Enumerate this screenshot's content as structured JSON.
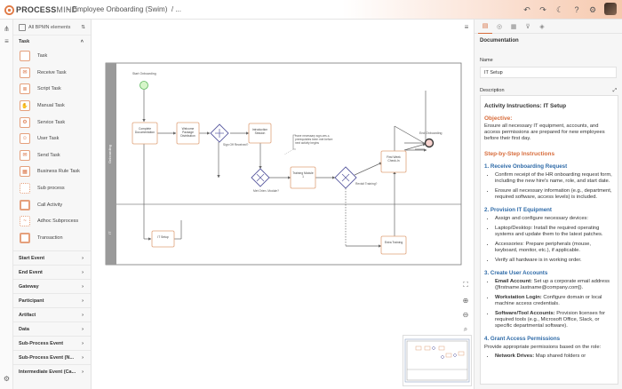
{
  "header": {
    "brand_strong": "PROCESS",
    "brand_light": "MIND",
    "doc_title": "– Employee Onboarding (Swim)",
    "doc_sub": "/ ..."
  },
  "palette": {
    "filter_label": "All BPMN elements",
    "task_section": "Task",
    "items": [
      {
        "label": "Task",
        "icon": "task-icon"
      },
      {
        "label": "Receive Task",
        "icon": "envelope-open-icon"
      },
      {
        "label": "Script Task",
        "icon": "script-icon"
      },
      {
        "label": "Manual Task",
        "icon": "hand-icon"
      },
      {
        "label": "Service Task",
        "icon": "gear-icon"
      },
      {
        "label": "User Task",
        "icon": "user-icon"
      },
      {
        "label": "Send Task",
        "icon": "envelope-filled-icon"
      },
      {
        "label": "Business Rule Task",
        "icon": "table-icon"
      },
      {
        "label": "Sub process",
        "icon": "subprocess-icon"
      },
      {
        "label": "Call Activity",
        "icon": "call-activity-icon"
      },
      {
        "label": "Adhoc Subprocess",
        "icon": "adhoc-icon"
      },
      {
        "label": "Transaction",
        "icon": "transaction-icon"
      }
    ],
    "categories": [
      "Start Event",
      "End Event",
      "Gateway",
      "Participant",
      "Artifact",
      "Data",
      "Sub-Process Event",
      "Sub-Process Event (N...",
      "Intermediate Event (Ca..."
    ]
  },
  "diagram": {
    "pool_label": "Onboarding",
    "lane2_label": "IT",
    "start_label": "Start Onboarding",
    "end_label": "End Onboarding",
    "tasks": [
      "Complete Documentation",
      "Welcome Package Distribution",
      "Introduction Session",
      "Training Module 1",
      "First Week Check-In",
      "IT Setup",
      "Extra Training"
    ],
    "gw_label_1": "Sign Off Received?",
    "gw_label_2": "Met Orien. Module?",
    "gw_label_3": "Revisit Training?",
    "annotation": "Have necessary sign-offs & prerequisites been met before next activity begins"
  },
  "right_panel": {
    "heading": "Documentation",
    "name_label": "Name",
    "name_value": "IT Setup",
    "desc_label": "Description",
    "doc": {
      "title": "Activity Instructions: IT Setup",
      "objective_h": "Objective:",
      "objective": "Ensure all necessary IT equipment, accounts, and access permissions are prepared for new employees before their first day.",
      "steps_h": "Step-by-Step Instructions",
      "s1_h": "1. Receive Onboarding Request",
      "s1": [
        "Confirm receipt of the HR onboarding request form, including the new hire's name, role, and start date.",
        "Ensure all necessary information (e.g., department, required software, access levels) is included."
      ],
      "s2_h": "2. Provision IT Equipment",
      "s2": [
        "Assign and configure necessary devices:",
        "Laptop/Desktop: Install the required operating systems and update them to the latest patches.",
        "Accessories: Prepare peripherals (mouse, keyboard, monitor, etc.), if applicable.",
        "Verify all hardware is in working order."
      ],
      "s3_h": "3. Create User Accounts",
      "s3_b1": "Email Account:",
      "s3_t1": " Set up a corporate email address ([firstname.lastname@company.com]).",
      "s3_b2": "Workstation Login:",
      "s3_t2": " Configure domain or local machine access credentials.",
      "s3_b3": "Software/Tool Accounts:",
      "s3_t3": " Provision licenses for required tools (e.g., Microsoft Office, Slack, or specific departmental software).",
      "s4_h": "4. Grant Access Permissions",
      "s4": "Provide appropriate permissions based on the role:",
      "s4_b1": "Network Drives:",
      "s4_t1": " Map shared folders or"
    }
  }
}
